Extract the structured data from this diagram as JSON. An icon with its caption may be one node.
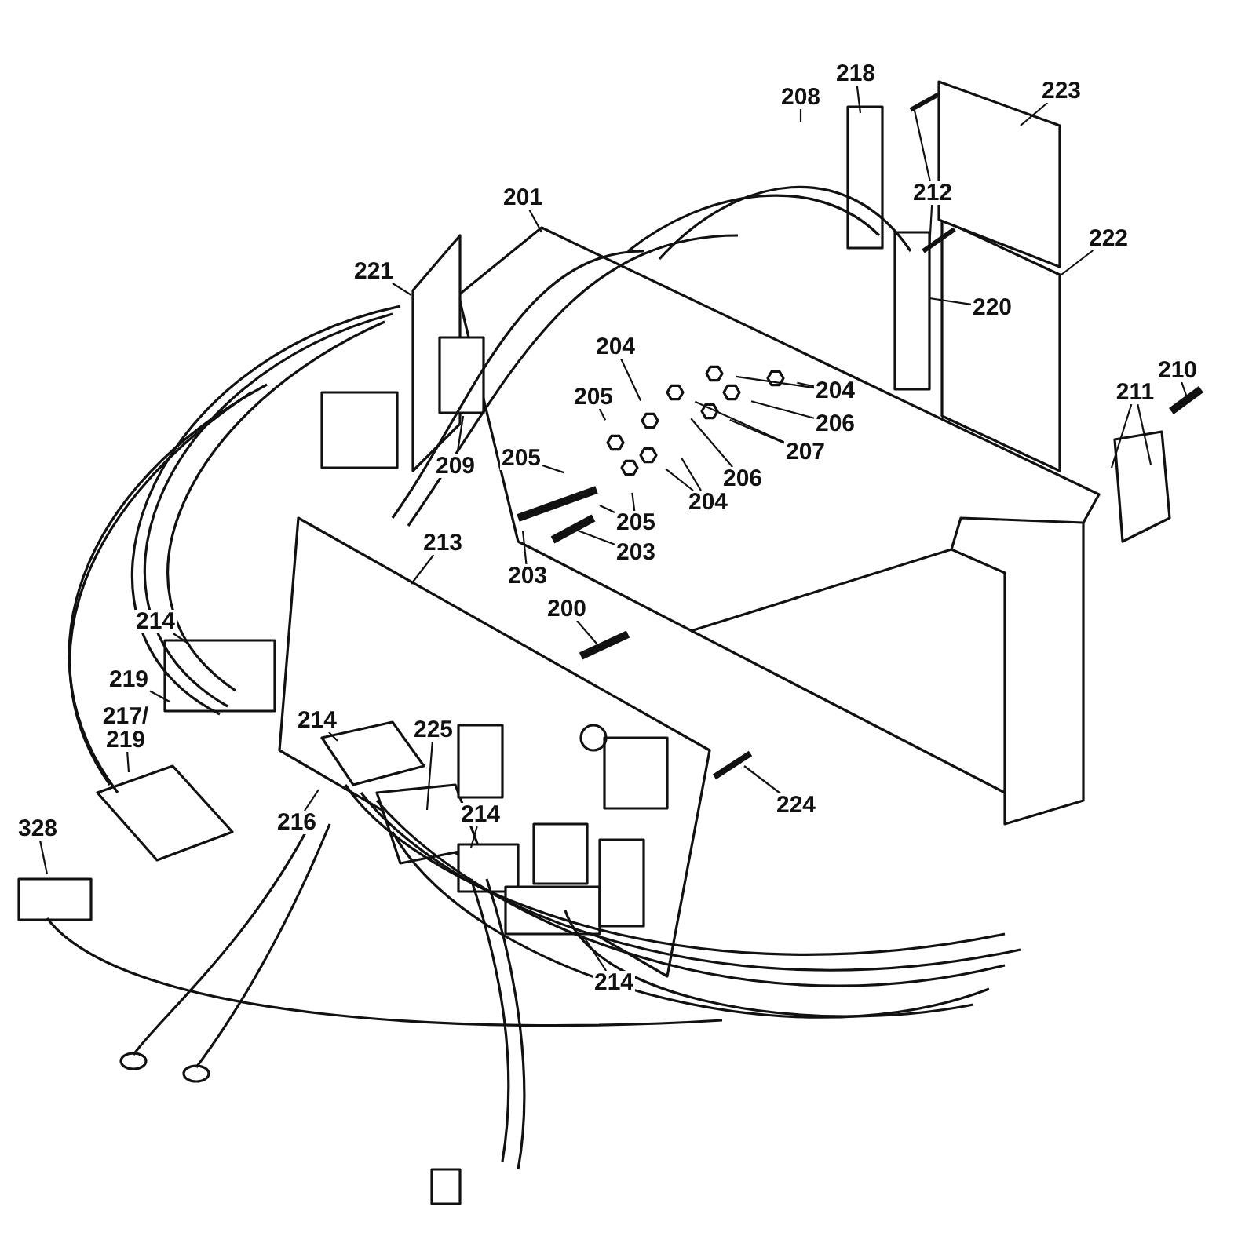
{
  "diagram": {
    "nodes": [
      {
        "text": [
          "218"
        ]
      },
      {
        "text": [
          "223"
        ]
      },
      {
        "text": [
          "208"
        ]
      },
      {
        "text": [
          "201"
        ]
      },
      {
        "text": [
          "212"
        ]
      },
      {
        "text": [
          "222"
        ]
      },
      {
        "text": [
          "221"
        ]
      },
      {
        "text": [
          "220"
        ]
      },
      {
        "text": [
          "204"
        ]
      },
      {
        "text": [
          "205"
        ]
      },
      {
        "text": [
          "204"
        ]
      },
      {
        "text": [
          "206"
        ]
      },
      {
        "text": [
          "207"
        ]
      },
      {
        "text": [
          "206"
        ]
      },
      {
        "text": [
          "205"
        ]
      },
      {
        "text": [
          "204"
        ]
      },
      {
        "text": [
          "205"
        ]
      },
      {
        "text": [
          "209"
        ]
      },
      {
        "text": [
          "203"
        ]
      },
      {
        "text": [
          "203"
        ]
      },
      {
        "text": [
          "211"
        ]
      },
      {
        "text": [
          "210"
        ]
      },
      {
        "text": [
          "213"
        ]
      },
      {
        "text": [
          "200"
        ]
      },
      {
        "text": [
          "214"
        ]
      },
      {
        "text": [
          "219"
        ]
      },
      {
        "text": [
          "217/ 219"
        ]
      },
      {
        "text": [
          "214"
        ]
      },
      {
        "text": [
          "225"
        ]
      },
      {
        "text": [
          "216"
        ]
      },
      {
        "text": [
          "214"
        ]
      },
      {
        "text": [
          "328"
        ]
      },
      {
        "text": [
          "224"
        ]
      },
      {
        "text": [
          "214"
        ]
      }
    ],
    "edges": [
      {
        "from": 0,
        "to": null,
        "arrow": "none"
      },
      {
        "from": 1,
        "to": null,
        "arrow": "none"
      },
      {
        "from": 2,
        "to": null,
        "arrow": "none"
      },
      {
        "from": 3,
        "to": null,
        "arrow": "none"
      },
      {
        "from": 4,
        "to": null,
        "arrow": "none"
      },
      {
        "from": 4,
        "to": null,
        "arrow": "none"
      },
      {
        "from": 5,
        "to": null,
        "arrow": "none"
      },
      {
        "from": 6,
        "to": null,
        "arrow": "none"
      },
      {
        "from": 7,
        "to": null,
        "arrow": "none"
      },
      {
        "from": 8,
        "to": null,
        "arrow": "none"
      },
      {
        "from": 9,
        "to": null,
        "arrow": "none"
      },
      {
        "from": 10,
        "to": null,
        "arrow": "none"
      },
      {
        "from": 10,
        "to": null,
        "arrow": "none"
      },
      {
        "from": 11,
        "to": null,
        "arrow": "none"
      },
      {
        "from": 12,
        "to": null,
        "arrow": "none"
      },
      {
        "from": 12,
        "to": null,
        "arrow": "none"
      },
      {
        "from": 13,
        "to": null,
        "arrow": "none"
      },
      {
        "from": 14,
        "to": null,
        "arrow": "none"
      },
      {
        "from": 15,
        "to": null,
        "arrow": "none"
      },
      {
        "from": 15,
        "to": null,
        "arrow": "none"
      },
      {
        "from": 16,
        "to": null,
        "arrow": "none"
      },
      {
        "from": 16,
        "to": null,
        "arrow": "none"
      },
      {
        "from": 17,
        "to": null,
        "arrow": "none"
      },
      {
        "from": 18,
        "to": null,
        "arrow": "none"
      },
      {
        "from": 19,
        "to": null,
        "arrow": "none"
      },
      {
        "from": 20,
        "to": null,
        "arrow": "none"
      },
      {
        "from": 20,
        "to": null,
        "arrow": "none"
      },
      {
        "from": 21,
        "to": null,
        "arrow": "none"
      },
      {
        "from": 22,
        "to": null,
        "arrow": "none"
      },
      {
        "from": 23,
        "to": null,
        "arrow": "none"
      },
      {
        "from": 24,
        "to": null,
        "arrow": "none"
      },
      {
        "from": 25,
        "to": null,
        "arrow": "none"
      },
      {
        "from": 26,
        "to": null,
        "arrow": "none"
      },
      {
        "from": 27,
        "to": null,
        "arrow": "none"
      },
      {
        "from": 28,
        "to": null,
        "arrow": "none"
      },
      {
        "from": 29,
        "to": null,
        "arrow": "none"
      },
      {
        "from": 30,
        "to": null,
        "arrow": "none"
      },
      {
        "from": 31,
        "to": null,
        "arrow": "none"
      },
      {
        "from": 32,
        "to": null,
        "arrow": "none"
      },
      {
        "from": 33,
        "to": null,
        "arrow": "none"
      }
    ]
  }
}
